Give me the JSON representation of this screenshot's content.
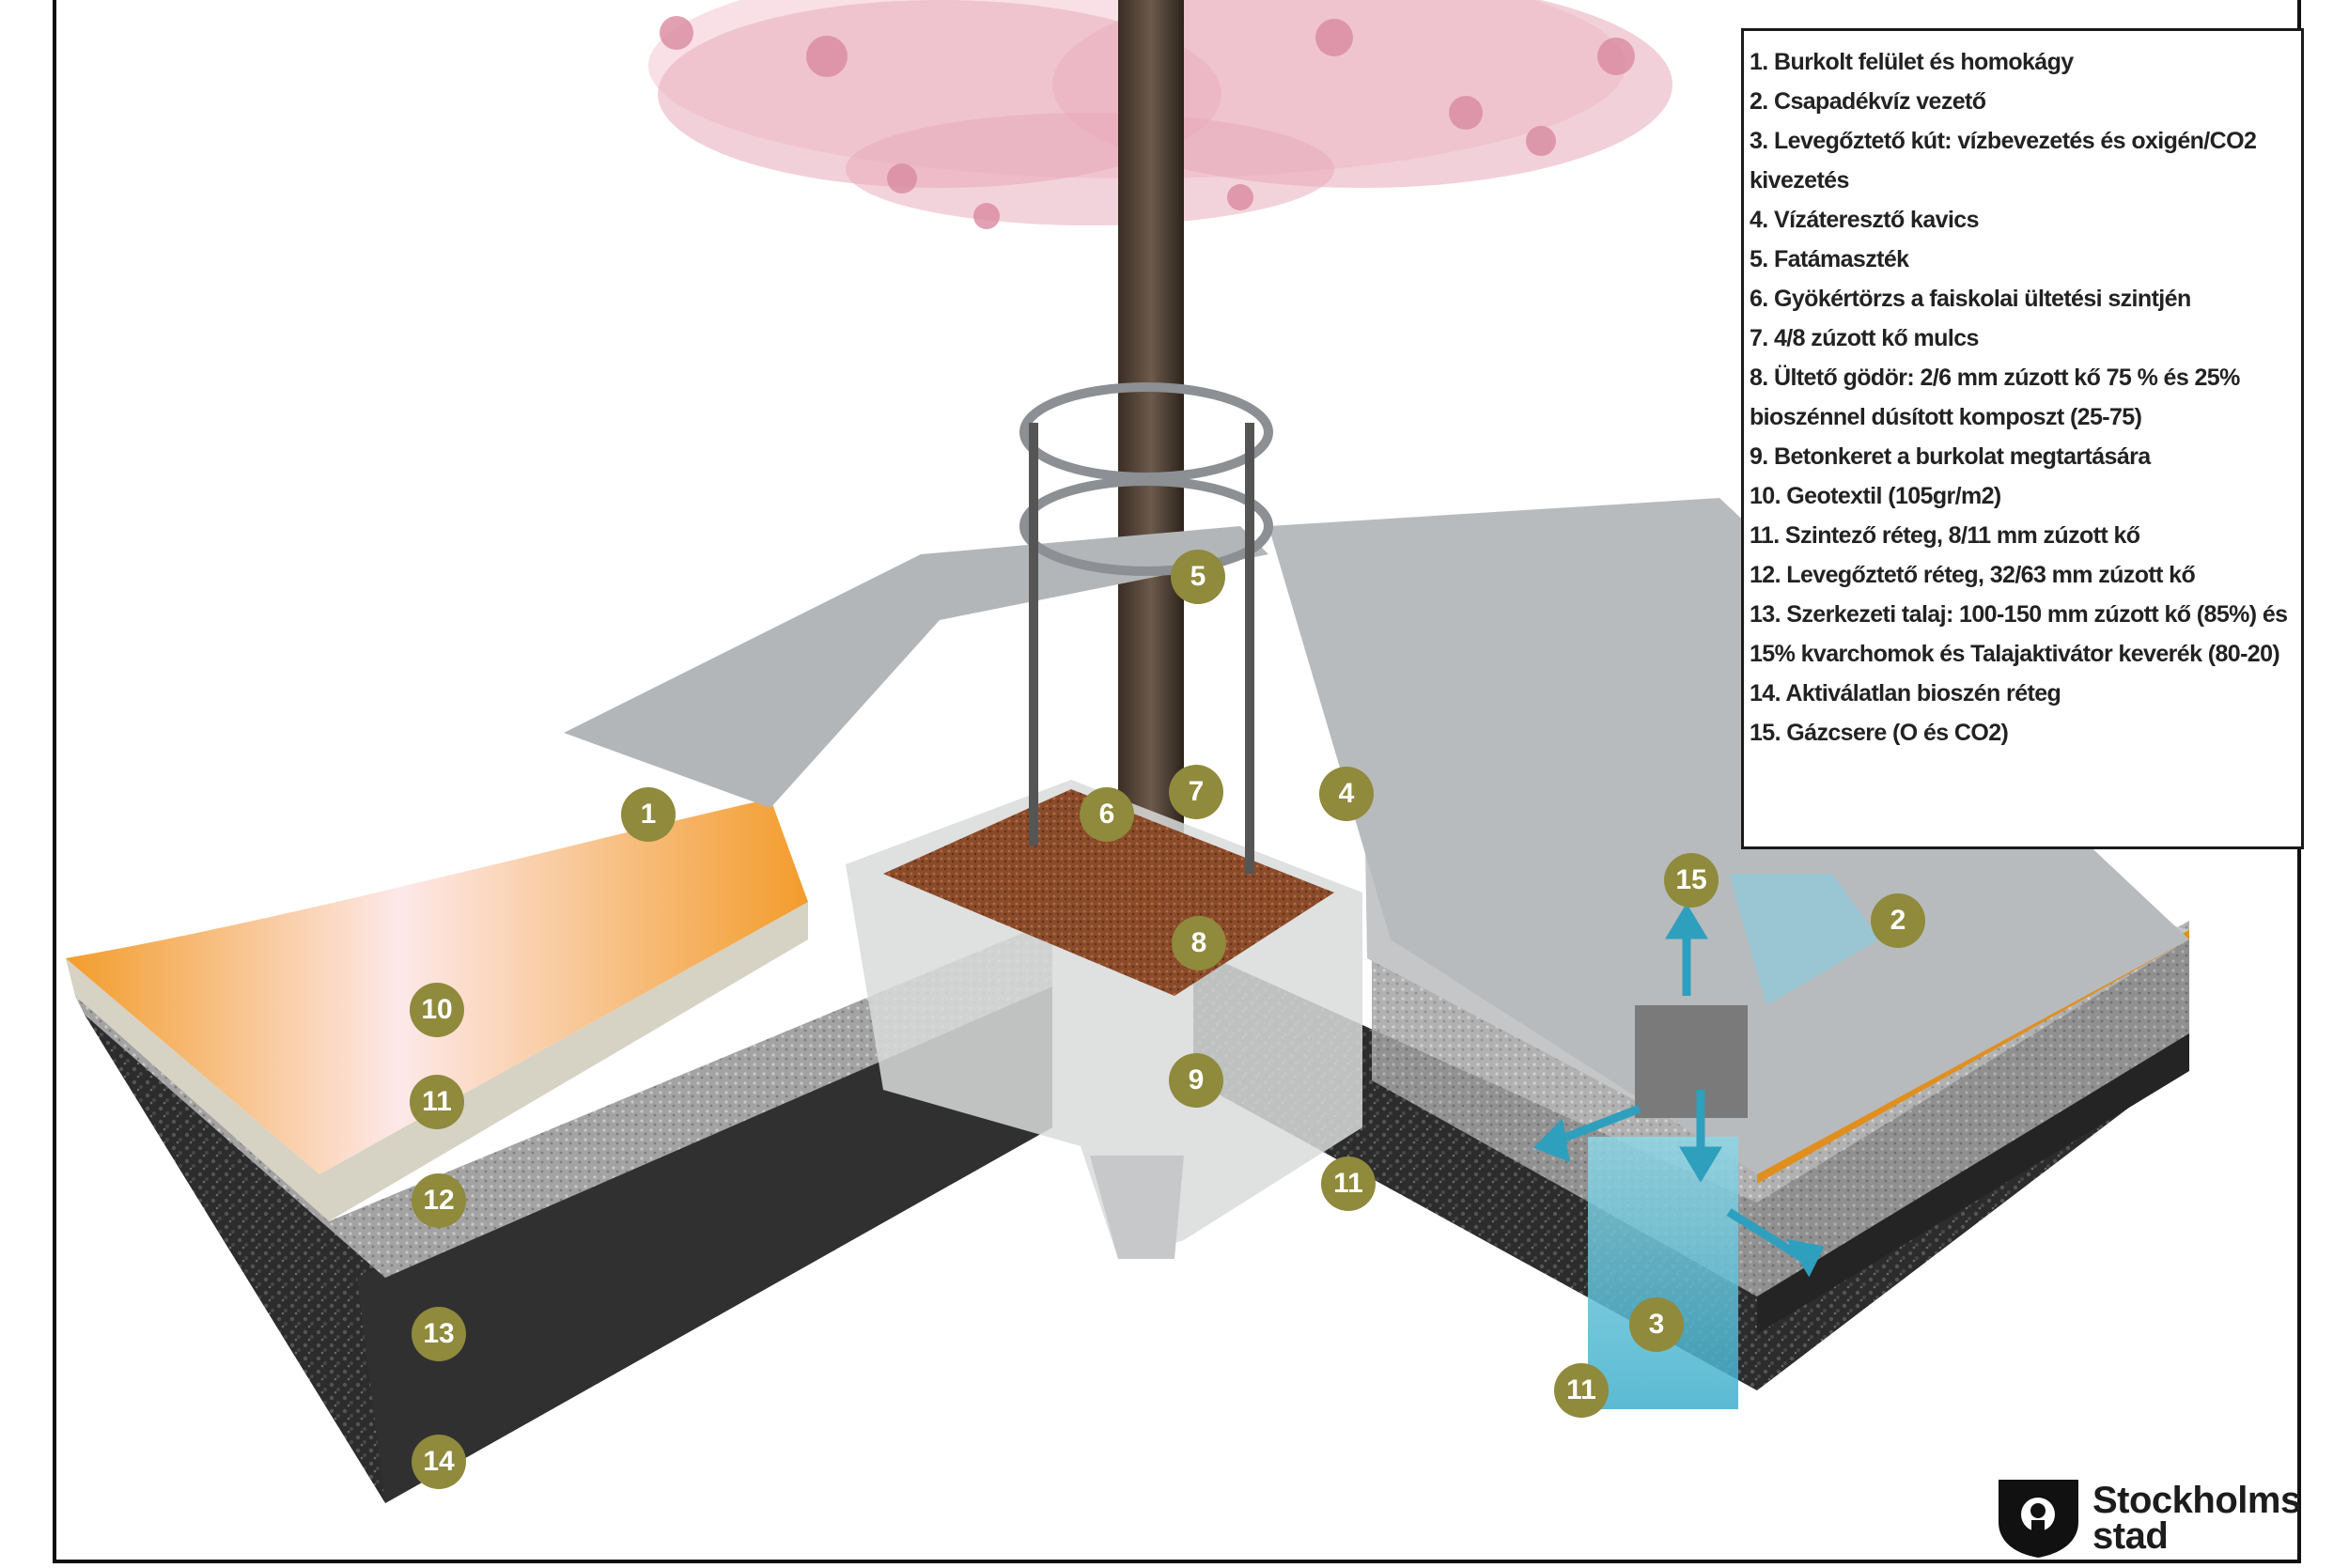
{
  "legend": {
    "items": [
      "1. Burkolt felület és homokágy",
      "2. Csapadékvíz vezető",
      "3. Levegőztető kút: vízbevezetés és oxigén/CO2 kivezetés",
      "4. Vízáteresztő kavics",
      "5. Fatámaszték",
      "6. Gyökértörzs a faiskolai ültetési szintjén",
      "7. 4/8 zúzott kő mulcs",
      "8. Ültető gödör: 2/6 mm zúzott kő 75 % és 25% bioszénnel dúsított komposzt (25-75)",
      "9. Betonkeret a burkolat megtartására",
      "10. Geotextil (105gr/m2)",
      "11. Szintező réteg, 8/11 mm zúzott kő",
      "12. Levegőztető réteg, 32/63 mm zúzott kő",
      "13. Szerkezeti talaj: 100-150 mm zúzott kő (85%) és 15% kvarchomok és Talajaktivátor keverék (80-20)",
      "14. Aktiválatlan bioszén réteg",
      "15. Gázcsere (O és CO2)"
    ]
  },
  "markers": [
    {
      "label": "1"
    },
    {
      "label": "2"
    },
    {
      "label": "3"
    },
    {
      "label": "4"
    },
    {
      "label": "5"
    },
    {
      "label": "6"
    },
    {
      "label": "7"
    },
    {
      "label": "8"
    },
    {
      "label": "9"
    },
    {
      "label": "10"
    },
    {
      "label": "11"
    },
    {
      "label": "11"
    },
    {
      "label": "11"
    },
    {
      "label": "12"
    },
    {
      "label": "13"
    },
    {
      "label": "14"
    },
    {
      "label": "15"
    }
  ],
  "logo": {
    "line1": "Stockholms",
    "line2": "stad"
  },
  "colors": {
    "marker": "#8f8a3c",
    "paving": "#b9bcbe",
    "soil": "#2b2b2b",
    "geotextile": "#f3a02f",
    "water": "#5fc0d8",
    "blossom": "#e8a7b8"
  }
}
